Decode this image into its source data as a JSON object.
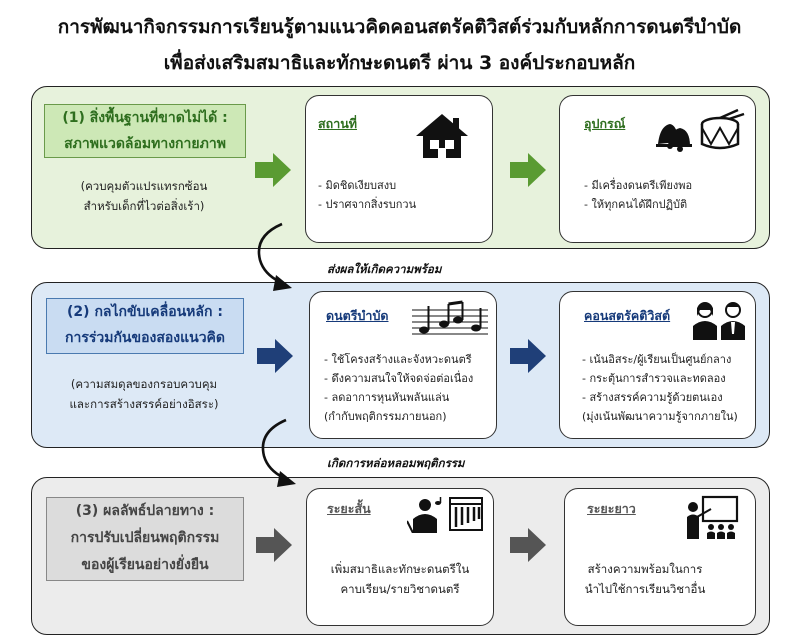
{
  "title": {
    "line1": "การพัฒนากิจกรรมการเรียนรู้ตามแนวคิดคอนสตรัคติวิสต์ร่วมกับหลักการดนตรีบำบัด",
    "line2": "เพื่อส่งเสริมสมาธิและทักษะดนตรี ผ่าน 3 องค์ประกอบหลัก"
  },
  "section1": {
    "label_line1": "(1)  สิ่งพื้นฐานที่ขาดไม่ได้ :",
    "label_line2": "สภาพแวดล้อมทางกายภาพ",
    "note_line1": "(ควบคุมตัวแปรแทรกซ้อน",
    "note_line2": "สำหรับเด็กที่ไวต่อสิ่งเร้า)",
    "card1": {
      "title": "สถานที่",
      "items": [
        "- มิดชิดเงียบสงบ",
        "- ปราศจากสิ่งรบกวน"
      ]
    },
    "card2": {
      "title": "อุปกรณ์",
      "items": [
        "- มีเครื่องดนตรีเพียงพอ",
        "- ให้ทุกคนได้ฝึกปฏิบัติ"
      ]
    }
  },
  "flow1": "ส่งผลให้เกิดความพร้อม",
  "section2": {
    "label_line1": "(2)   กลไกขับเคลื่อนหลัก :",
    "label_line2": "การร่วมกันของสองแนวคิด",
    "note_line1": "(ความสมดุลของกรอบควบคุม",
    "note_line2": "และการสร้างสรรค์อย่างอิสระ)",
    "card1": {
      "title": "ดนตรีบำบัด",
      "items": [
        "- ใช้โครงสร้างและจังหวะดนตรี",
        "- ดึงความสนใจให้จดจ่อต่อเนื่อง",
        "- ลดอาการหุนหันพลันแล่น",
        "(กำกับพฤติกรรมภายนอก)"
      ]
    },
    "card2": {
      "title": "คอนสตรัคติวิสต์",
      "items": [
        "- เน้นอิสระ/ผู้เรียนเป็นศูนย์กลาง",
        "- กระตุ้นการสำรวจและทดลอง",
        "- สร้างสรรค์ความรู้ด้วยตนเอง",
        "(มุ่งเน้นพัฒนาความรู้จากภายใน)"
      ]
    }
  },
  "flow2": "เกิดการหล่อหลอมพฤติกรรม",
  "section3": {
    "label_line1": "(3)      ผลลัพธ์ปลายทาง :",
    "label_line2": "การปรับเปลี่ยนพฤติกรรม",
    "label_line3": "ของผู้เรียนอย่างยั่งยืน",
    "card1": {
      "title": "ระยะสั้น",
      "text_line1": "เพิ่มสมาธิและทักษะดนตรีใน",
      "text_line2": "คาบเรียน/รายวิชาดนตรี"
    },
    "card2": {
      "title": "ระยะยาว",
      "text_line1": "สร้างความพร้อมในการ",
      "text_line2": "นำไปใช้การเรียนวิชาอื่น"
    }
  },
  "colors": {
    "green_arrow": "#5a9b32",
    "blue_arrow": "#1f3f78",
    "gray_arrow": "#555555"
  },
  "icons": [
    "house-icon",
    "bells-icon",
    "drum-icon",
    "music-notes-icon",
    "students-icon",
    "musician-icon",
    "xylophone-icon",
    "teacher-icon"
  ]
}
